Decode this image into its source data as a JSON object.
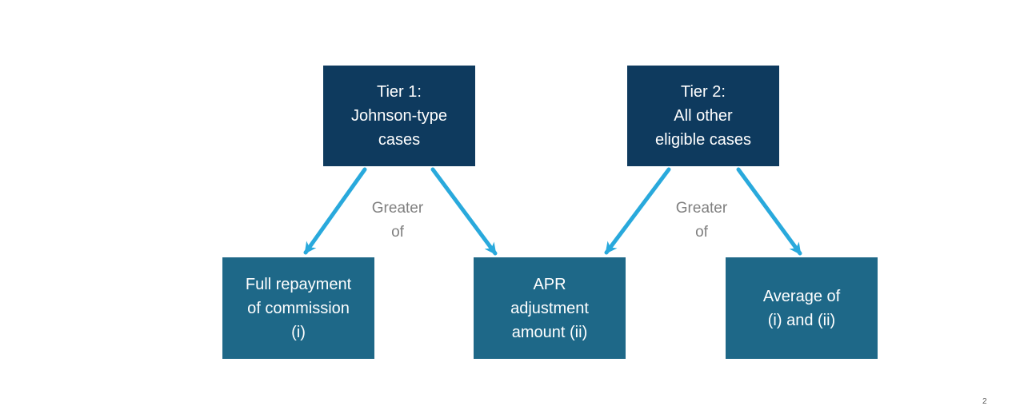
{
  "slide": {
    "page_number": "2",
    "colors": {
      "background": "#FFFFFF",
      "tier_box_fill": "#0E3A5E",
      "outcome_box_fill": "#1E6888",
      "arrow": "#29A9DC",
      "connector_label_text": "#7F7F7F",
      "box_text": "#FFFFFF",
      "page_number_text": "#595959"
    },
    "tiers": [
      {
        "id": "tier-1",
        "label": "Tier 1:\nJohnson-type\ncases"
      },
      {
        "id": "tier-2",
        "label": "Tier 2:\nAll other\neligible cases"
      }
    ],
    "outcomes": [
      {
        "id": "full-repayment",
        "label": "Full repayment\nof commission\n(i)"
      },
      {
        "id": "apr-adjustment",
        "label": "APR\nadjustment\namount (ii)"
      },
      {
        "id": "average",
        "label": "Average of\n(i) and (ii)"
      }
    ],
    "connector_labels": [
      {
        "label": "Greater\nof"
      },
      {
        "label": "Greater\nof"
      }
    ],
    "edges": [
      {
        "from": "tier-1",
        "to": "full-repayment",
        "relation": "Greater of"
      },
      {
        "from": "tier-1",
        "to": "apr-adjustment",
        "relation": "Greater of"
      },
      {
        "from": "tier-2",
        "to": "apr-adjustment",
        "relation": "Greater of"
      },
      {
        "from": "tier-2",
        "to": "average",
        "relation": "Greater of"
      }
    ]
  }
}
